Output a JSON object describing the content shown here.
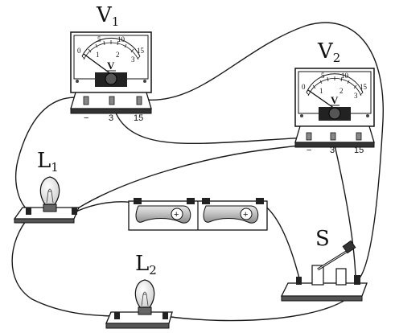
{
  "labels": {
    "v1_main": "V",
    "v1_sub": "1",
    "v2_main": "V",
    "v2_sub": "2",
    "l1_main": "L",
    "l1_sub": "1",
    "l2_main": "L",
    "l2_sub": "2",
    "switch": "S"
  },
  "meter": {
    "upper_scale": [
      "0",
      "5",
      "10",
      "15"
    ],
    "lower_scale": [
      "1",
      "2",
      "3"
    ],
    "unit": "V",
    "minus_label": "−",
    "terminal_3": "3",
    "terminal_15": "15"
  },
  "battery": {
    "plus_sign": "+"
  }
}
